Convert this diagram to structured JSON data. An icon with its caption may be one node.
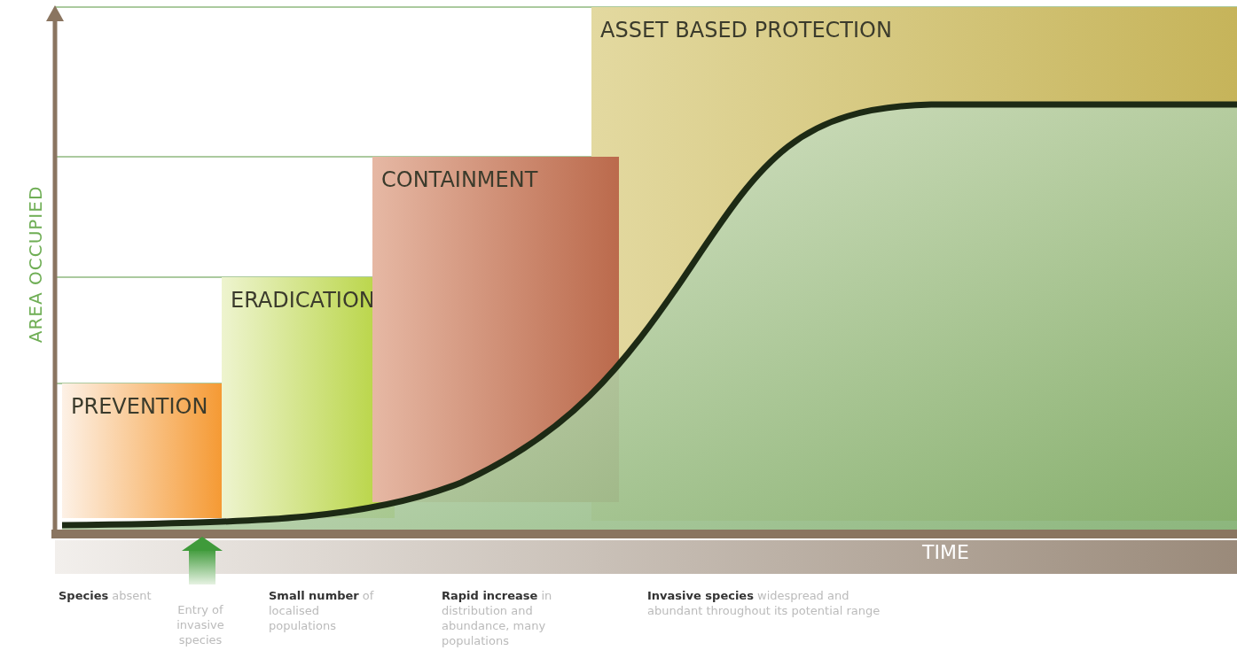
{
  "diagram": {
    "nodes": [
      {
        "text": [
          "PREVENTION"
        ]
      },
      {
        "text": [
          "ERADICATION"
        ]
      },
      {
        "text": [
          "CONTAINMENT"
        ]
      },
      {
        "text": [
          "ASSET BASED PROTECTION"
        ]
      }
    ],
    "labels": [
      "AREA OCCUPIED",
      "TIME",
      "**Species** absent",
      "Entry of invasive species",
      "**Small number** of localised populations",
      "**Rapid increase** in distribution and abundance, many populations",
      "**Invasive species** widespread and abundant throughout its potential range"
    ]
  }
}
